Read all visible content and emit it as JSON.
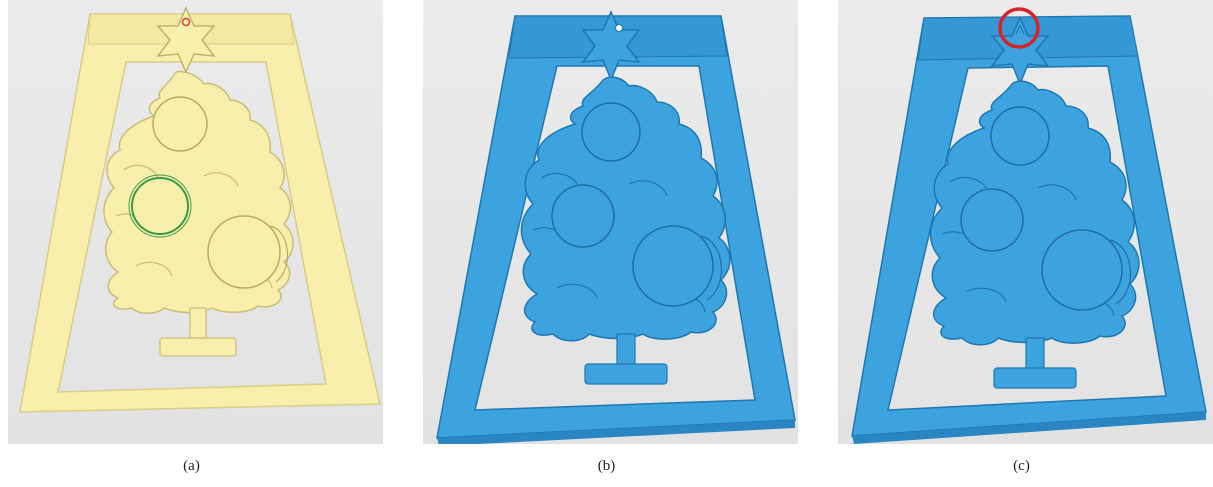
{
  "panels": [
    {
      "caption": "(a)",
      "model_color": "#f7efab",
      "edge_color": "#d9cf87",
      "shadow_color": "#efe39a",
      "hole_marker_color": "#e03a3a",
      "selection_ring_color": "#3a9a4a"
    },
    {
      "caption": "(b)",
      "model_color": "#3da3de",
      "edge_color": "#1f77b0",
      "shadow_color": "#2e8fcc"
    },
    {
      "caption": "(c)",
      "model_color": "#3da3de",
      "edge_color": "#1f77b0",
      "shadow_color": "#2e8fcc",
      "highlight_circle_color": "#d8222a"
    }
  ]
}
